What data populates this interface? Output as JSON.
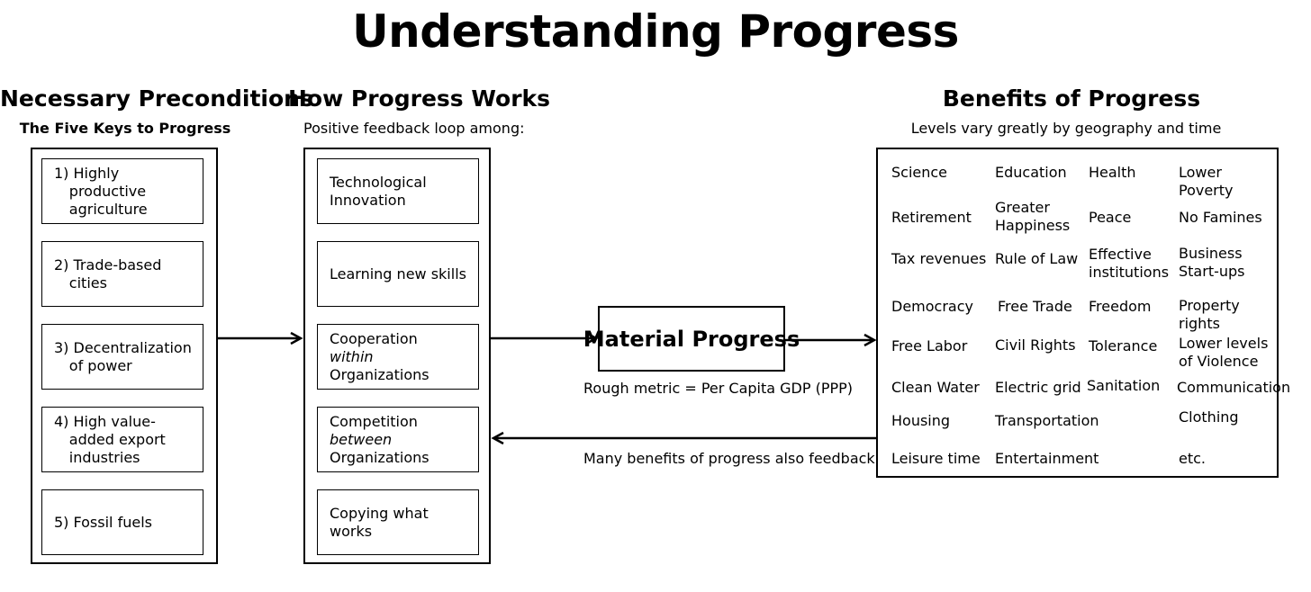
{
  "title": "Understanding Progress",
  "preconditions": {
    "heading": "Necessary Preconditions",
    "subheading": "The Five Keys to Progress",
    "items": [
      "1) Highly productive agriculture",
      "2) Trade-based cities",
      "3) Decentralization of power",
      "4) High value-added export industries",
      "5) Fossil fuels"
    ]
  },
  "how_progress_works": {
    "heading": "How Progress Works",
    "subheading": "Positive feedback loop among:",
    "items": [
      {
        "pre": "Technological Innovation",
        "em": "",
        "post": ""
      },
      {
        "pre": "Learning new skills",
        "em": "",
        "post": ""
      },
      {
        "pre": "Cooperation ",
        "em": "within",
        "post": " Organizations"
      },
      {
        "pre": "Competition ",
        "em": "between",
        "post": " Organizations"
      },
      {
        "pre": "Copying what works",
        "em": "",
        "post": ""
      }
    ]
  },
  "material_progress": {
    "label": "Material Progress",
    "metric": "Rough metric = Per Capita GDP (PPP)",
    "feedback_note": "Many benefits of progress also feedback"
  },
  "benefits": {
    "heading": "Benefits of Progress",
    "subheading": "Levels vary greatly by geography and time",
    "items": [
      "Science",
      "Education",
      "Health",
      "Lower Poverty",
      "Retirement",
      "Greater Happiness",
      "Peace",
      "No Famines",
      "Tax revenues",
      "Rule of Law",
      "Effective institutions",
      "Business Start-ups",
      "Democracy",
      "Free Trade",
      "Freedom",
      "Property rights",
      "Free Labor",
      "Civil Rights",
      "Tolerance",
      "Lower levels of Violence",
      "Clean Water",
      "Electric grid",
      "Sanitation",
      "Communication",
      "Housing",
      "Transportation",
      "Clothing",
      "Leisure time",
      "Entertainment",
      "etc."
    ]
  }
}
